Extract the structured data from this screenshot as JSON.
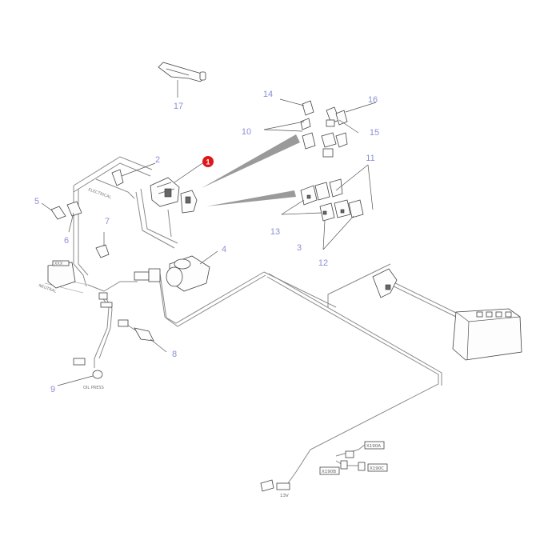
{
  "callouts": {
    "c1": "1",
    "c2": "2",
    "c3": "3",
    "c4": "4",
    "c5": "5",
    "c6": "6",
    "c7": "7",
    "c8": "8",
    "c9": "9",
    "c10": "10",
    "c11": "11",
    "c12": "12",
    "c13": "13",
    "c14": "14",
    "c15": "15",
    "c16": "16",
    "c17": "17"
  },
  "connector_tags": {
    "x190a": "X190A",
    "x190b": "X190B",
    "x190c": "X190C",
    "v13": "13V"
  },
  "colors": {
    "callout": "#8b8fd6",
    "marker": "#e0161b",
    "wire": "#8a8a8a"
  }
}
